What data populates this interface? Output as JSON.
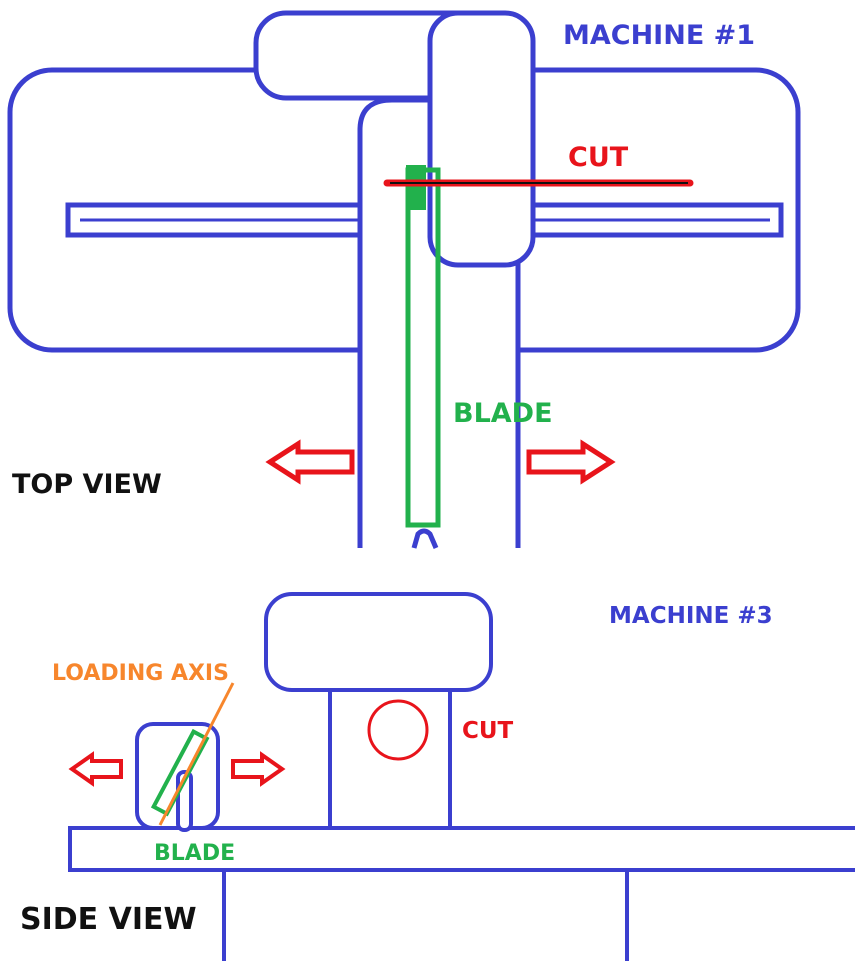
{
  "colors": {
    "outline": "#3b3fcf",
    "cut": "#e8141b",
    "blade": "#22b14c",
    "loading_axis": "#f7862c",
    "black": "#111111",
    "label_blue": "#3b3fcf"
  },
  "top_view": {
    "machine_label": "MACHINE #1",
    "cut_label": "CUT",
    "blade_label": "BLADE",
    "view_label": "TOP VIEW"
  },
  "side_view": {
    "machine_label": "MACHINE #3",
    "cut_label": "CUT",
    "blade_label": "BLADE",
    "loading_axis_label": "LOADING AXIS",
    "view_label": "SIDE VIEW"
  },
  "icons": {
    "arrow_left": "arrow-left-icon",
    "arrow_right": "arrow-right-icon"
  }
}
